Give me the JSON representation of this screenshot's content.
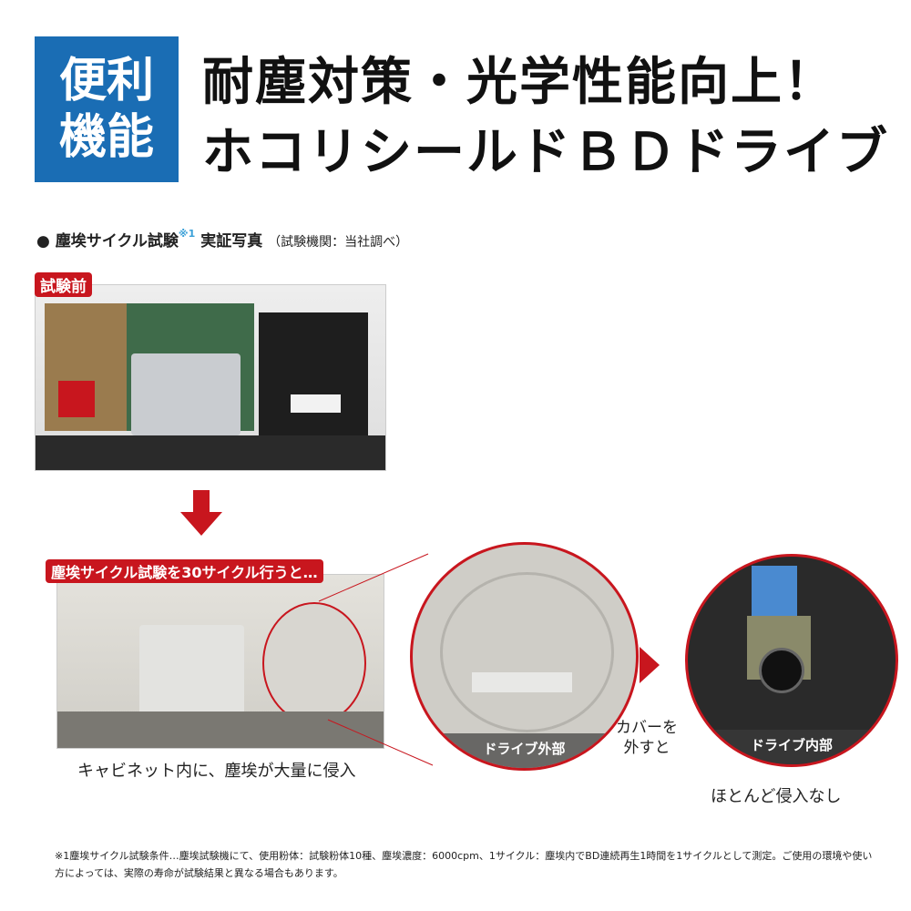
{
  "badge": {
    "line1": "便利",
    "line2": "機能",
    "color": "#1a6db4"
  },
  "title": {
    "line1": "耐塵対策・光学性能向上！",
    "line2": "ホコリシールドＢＤドライブ"
  },
  "section": {
    "bullet": "●",
    "heading": "塵埃サイクル試験",
    "note_ref": "※1",
    "heading2": "実証写真",
    "source": "（試験機関：当社調べ）"
  },
  "before": {
    "label": "試験前"
  },
  "after": {
    "banner": "塵埃サイクル試験を30サイクル行うと…",
    "caption": "キャビネット内に、塵埃が大量に侵入"
  },
  "drive_outside": {
    "label": "ドライブ外部"
  },
  "transition": {
    "line1": "カバーを",
    "line2": "外すと"
  },
  "drive_inside": {
    "label": "ドライブ内部",
    "caption": "ほとんど侵入なし"
  },
  "accent_color": "#c8161e",
  "footnote": "※1塵埃サイクル試験条件…塵埃試験機にて、使用粉体：試験粉体10種、塵埃濃度：6000cpm、1サイクル：塵埃内でBD連続再生1時間を1サイクルとして測定。ご使用の環境や使い方によっては、実際の寿命が試験結果と異なる場合もあります。"
}
